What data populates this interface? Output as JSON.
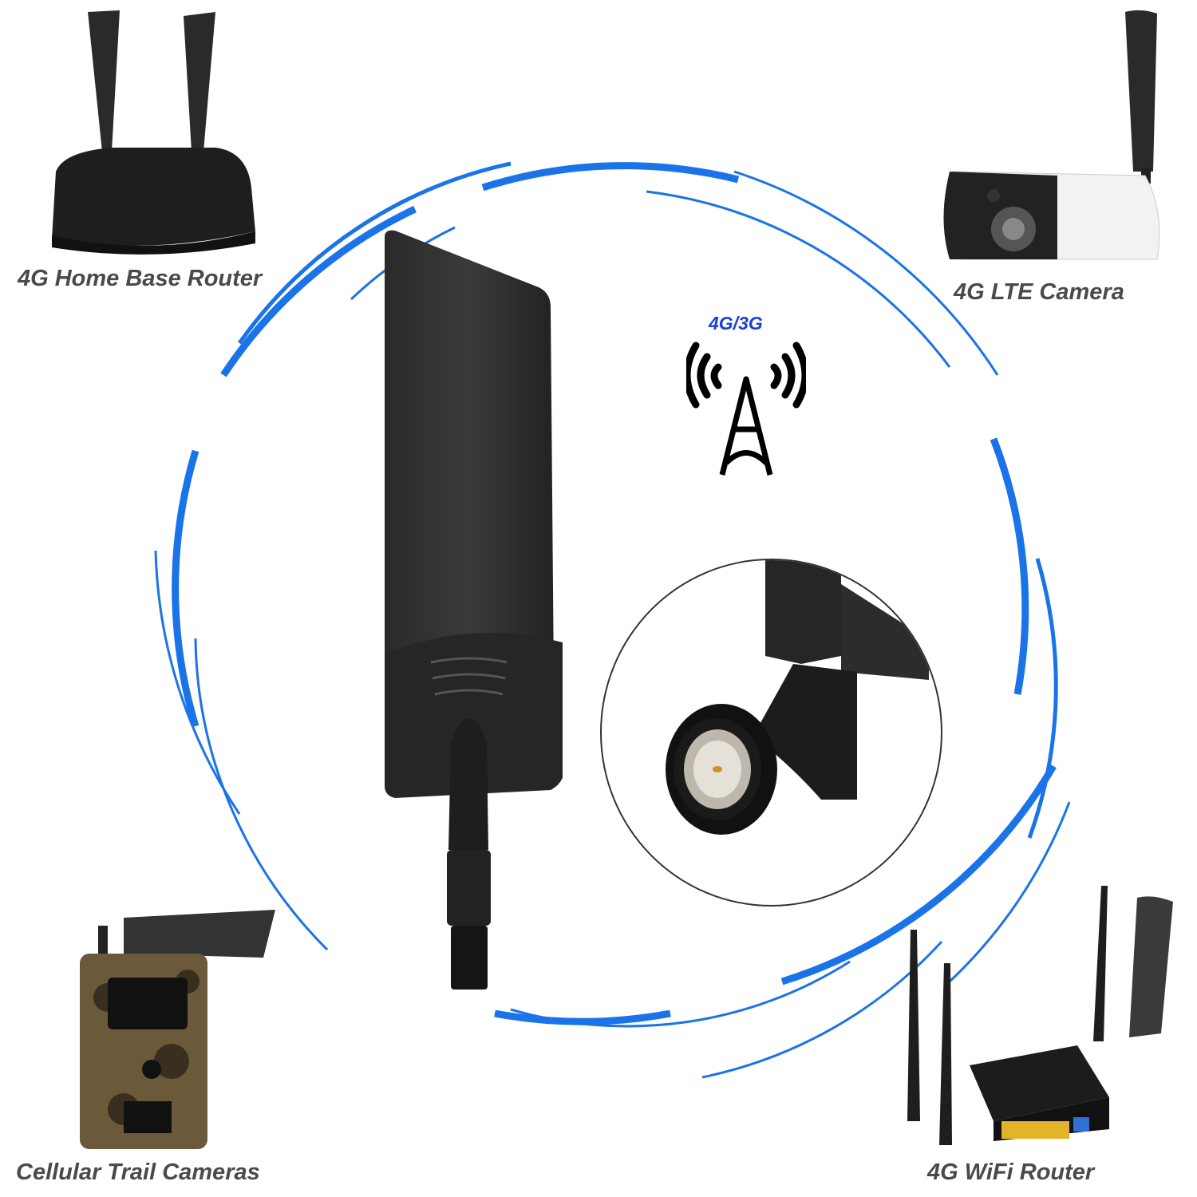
{
  "captions": {
    "top_left": "4G Home Base Router",
    "top_right": "4G LTE Camera",
    "bottom_left": "Cellular Trail Cameras",
    "bottom_right": "4G WiFi Router"
  },
  "signal_badge": {
    "label": "4G/3G",
    "icon": "cell-tower-icon"
  },
  "colors": {
    "accent_blue": "#1a73e8",
    "badge_blue": "#1a3fd6",
    "caption_gray": "#4a4a4a",
    "antenna_black": "#262626"
  },
  "product": {
    "main_image": "black-paddle-antenna",
    "inset_image": "sma-connector-closeup"
  }
}
